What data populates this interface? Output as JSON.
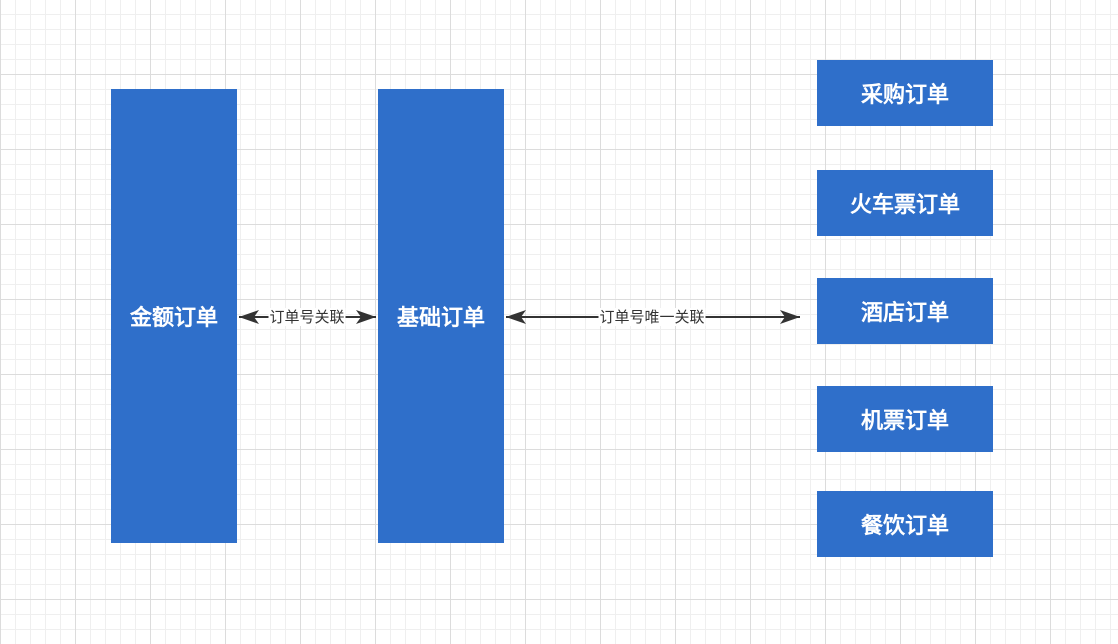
{
  "diagram": {
    "nodes": {
      "amount_order": "金额订单",
      "base_order": "基础订单",
      "purchase_order": "采购订单",
      "train_ticket_order": "火车票订单",
      "hotel_order": "酒店订单",
      "flight_ticket_order": "机票订单",
      "dining_order": "餐饮订单"
    },
    "edges": {
      "amount_to_base": "订单号关联",
      "base_to_types": "订单号唯一关联"
    },
    "colors": {
      "node_fill": "#2f6fca",
      "node_text": "#ffffff",
      "edge": "#333333"
    }
  }
}
